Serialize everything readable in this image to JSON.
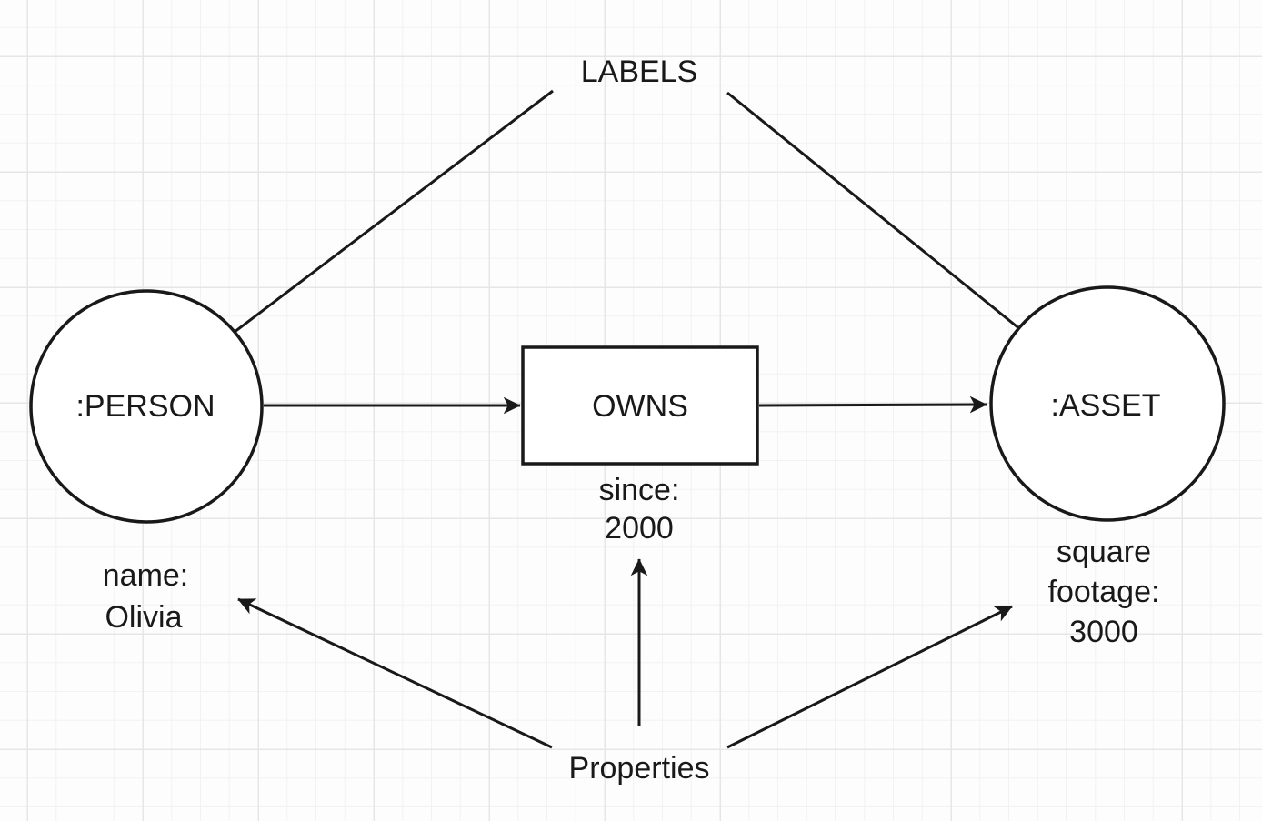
{
  "diagram": {
    "annotations": {
      "labels": "LABELS",
      "properties": "Properties"
    },
    "nodes": [
      {
        "label": ":PERSON",
        "shape": "circle",
        "properties": [
          "name:",
          "Olivia"
        ]
      },
      {
        "label": ":ASSET",
        "shape": "circle",
        "properties": [
          "square",
          "footage:",
          "3000"
        ]
      }
    ],
    "relationship": {
      "label": "OWNS",
      "shape": "rectangle",
      "properties": [
        "since:",
        "2000"
      ]
    }
  },
  "colors": {
    "ink": "#191919",
    "shape_fill": "#ffffff",
    "canvas_bg": "#fdfdfd",
    "grid_minor": "#f2f2f2",
    "grid_major": "#e6e6e6"
  }
}
